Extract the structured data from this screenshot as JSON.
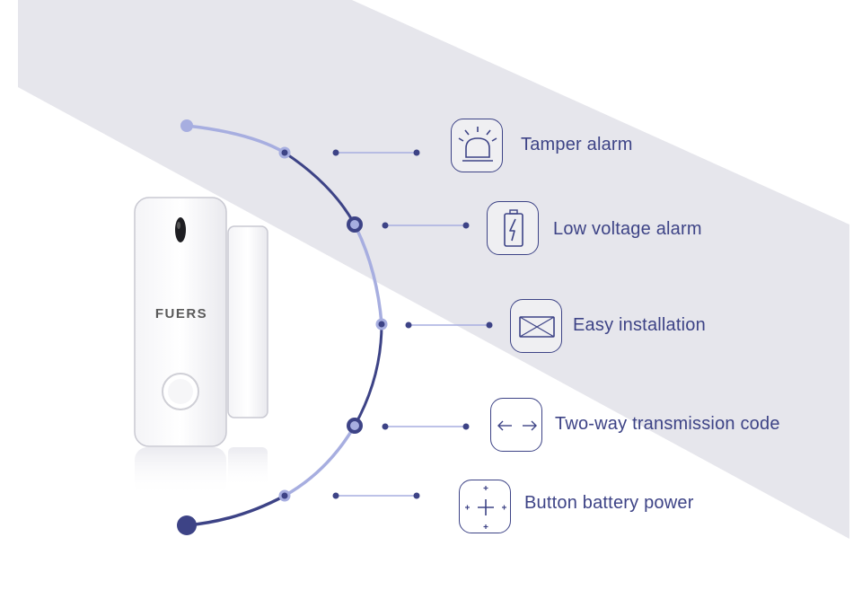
{
  "brand": {
    "logo_text": "FUERS"
  },
  "features": [
    {
      "label": "Tamper alarm",
      "icon": "siren-icon"
    },
    {
      "label": "Low voltage alarm",
      "icon": "battery-icon"
    },
    {
      "label": "Easy installation",
      "icon": "envelope-icon"
    },
    {
      "label": "Two-way transmission code",
      "icon": "two-way-arrows-icon"
    },
    {
      "label": "Button battery power",
      "icon": "crosshair-icon"
    }
  ],
  "colors": {
    "accent": "#3d4386",
    "accent_light": "#a7aee0",
    "band": "#e6e6ec",
    "background": "#ffffff"
  }
}
